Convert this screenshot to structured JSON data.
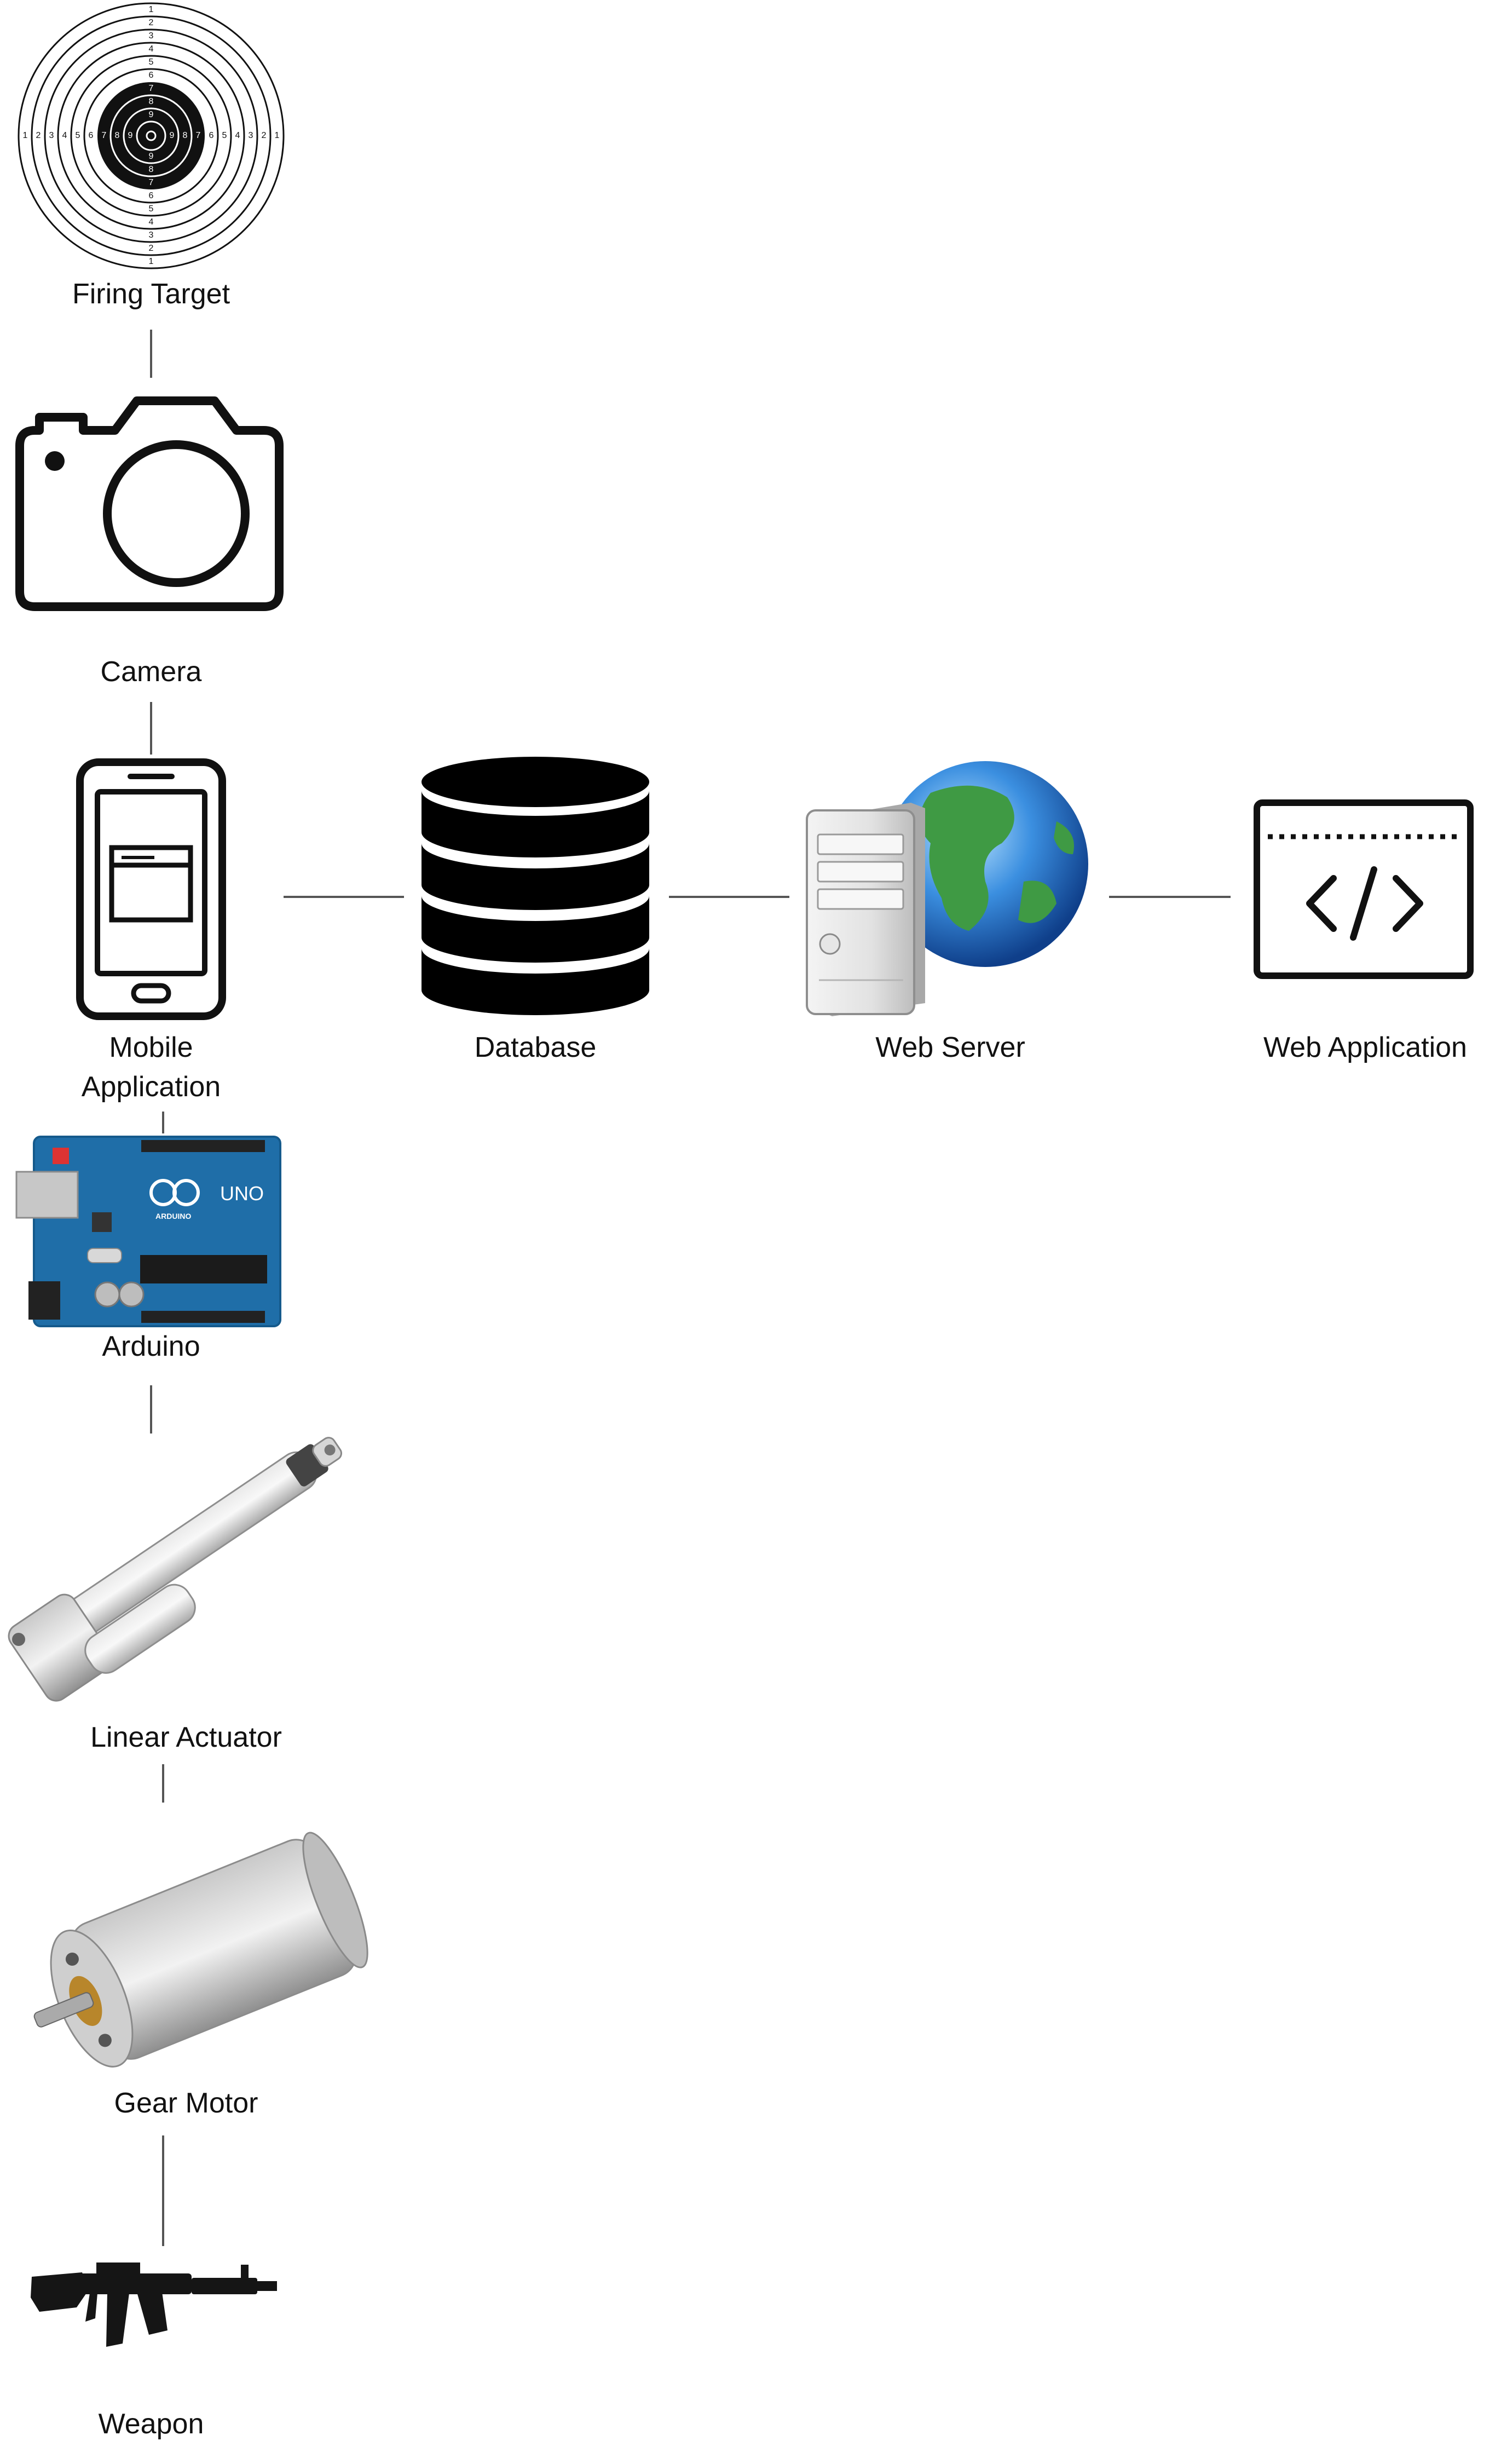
{
  "diagram": {
    "nodes": {
      "firing_target": {
        "label": "Firing Target",
        "icon": "firing-target-icon",
        "ring_numbers": [
          "1",
          "2",
          "3",
          "4",
          "5",
          "6",
          "7",
          "8",
          "9"
        ]
      },
      "camera": {
        "label": "Camera",
        "icon": "camera-icon"
      },
      "mobile_application": {
        "label_line1": "Mobile",
        "label_line2": "Application",
        "icon": "smartphone-icon"
      },
      "database": {
        "label": "Database",
        "icon": "database-icon"
      },
      "web_server": {
        "label": "Web Server",
        "icon": "web-server-icon"
      },
      "web_application": {
        "label": "Web Application",
        "icon": "code-window-icon"
      },
      "arduino": {
        "label": "Arduino",
        "icon": "arduino-board-icon",
        "board_text": "UNO",
        "board_brand": "ARDUINO"
      },
      "linear_actuator": {
        "label": "Linear Actuator",
        "icon": "linear-actuator-icon"
      },
      "gear_motor": {
        "label": "Gear Motor",
        "icon": "gear-motor-icon"
      },
      "weapon": {
        "label": "Weapon",
        "icon": "rifle-icon"
      }
    },
    "edges": [
      [
        "Firing Target",
        "Camera"
      ],
      [
        "Camera",
        "Mobile Application"
      ],
      [
        "Mobile Application",
        "Database"
      ],
      [
        "Database",
        "Web Server"
      ],
      [
        "Web Server",
        "Web Application"
      ],
      [
        "Mobile Application",
        "Arduino"
      ],
      [
        "Arduino",
        "Linear Actuator"
      ],
      [
        "Linear Actuator",
        "Gear Motor"
      ],
      [
        "Gear Motor",
        "Weapon"
      ]
    ]
  }
}
